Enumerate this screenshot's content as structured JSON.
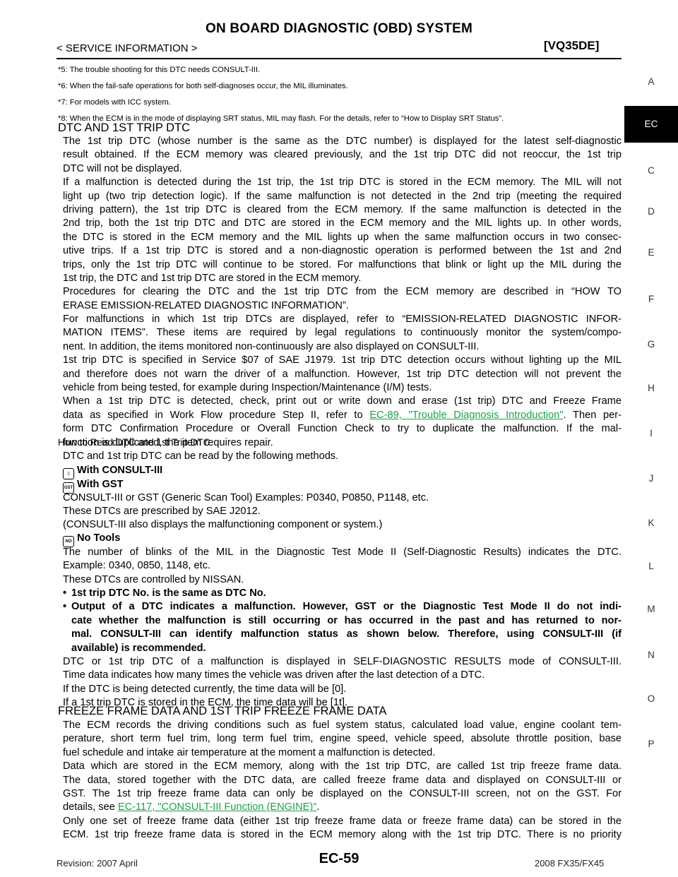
{
  "header": {
    "title": "ON BOARD DIAGNOSTIC (OBD) SYSTEM",
    "breadcrumb": "< SERVICE INFORMATION >",
    "model": "[VQ35DE]"
  },
  "footnotes": [
    "*5: The trouble shooting for this DTC needs CONSULT-III.",
    "*6: When the fail-safe operations for both self-diagnoses occur, the MIL illuminates.",
    "*7: For models with ICC system.",
    "*8: When the ECM is in the mode of displaying SRT status, MIL may flash. For the details, refer to “How to Display SRT Status”."
  ],
  "section1": {
    "heading": "DTC AND 1ST TRIP DTC",
    "lines": [
      "The 1st trip DTC (whose number is the same as the DTC number) is displayed for the latest self-diagnostic",
      "result obtained. If the ECM memory was cleared previously, and the 1st trip DTC did not reoccur, the 1st trip",
      "DTC will not be displayed.",
      "If a malfunction is detected during the 1st trip, the 1st trip DTC is stored in the ECM memory. The MIL will not",
      "light up (two trip detection logic). If the same malfunction is not detected in the 2nd trip (meeting the required",
      "driving pattern), the 1st trip DTC is cleared from the ECM memory. If the same malfunction is detected in the",
      "2nd trip, both the 1st trip DTC and DTC are stored in the ECM memory and the MIL lights up. In other words,",
      "the DTC is stored in the ECM memory and the MIL lights up when the same malfunction occurs in two consec-",
      "utive trips. If a 1st trip DTC is stored and a non-diagnostic operation is performed between the 1st and 2nd",
      "trips, only the 1st trip DTC will continue to be stored. For malfunctions that blink or light up the MIL during the",
      "1st trip, the DTC and 1st trip DTC are stored in the ECM memory.",
      "Procedures for clearing the DTC and the 1st trip DTC from the ECM memory are described in “HOW TO",
      "ERASE EMISSION-RELATED DIAGNOSTIC INFORMATION”.",
      "For malfunctions in which 1st trip DTCs are displayed, refer to “EMISSION-RELATED DIAGNOSTIC INFOR-",
      "MATION ITEMS”. These items are required by legal regulations to continuously monitor the system/compo-",
      "nent. In addition, the items monitored non-continuously are also displayed on CONSULT-III.",
      "1st trip DTC is specified in Service $07 of SAE J1979. 1st trip DTC detection occurs without lighting up the MIL",
      "and therefore does not warn the driver of a malfunction. However, 1st trip DTC detection will not prevent the",
      "vehicle from being tested, for example during Inspection/Maintenance (I/M) tests.",
      "When a 1st trip DTC is detected, check, print out or write down and erase (1st trip) DTC and Freeze Frame"
    ],
    "link_line_pre": "data as specified in Work Flow procedure Step II, refer to ",
    "link_text": "EC-89, \"Trouble Diagnosis Introduction\"",
    "link_line_post": ". Then per-",
    "tail_lines": [
      "form DTC Confirmation Procedure or Overall Function Check to try to duplicate the malfunction. If the mal-",
      "function is duplicated, the item requires repair."
    ]
  },
  "subsection": {
    "heading": "How to Read DTC and 1st Trip DTC",
    "intro": "DTC and 1st trip DTC can be read by the following methods.",
    "tool1_icon": "consult-iii-icon",
    "tool1_label": "With CONSULT-III",
    "tool2_icon": "gst-icon",
    "tool2_label": "With GST",
    "gst_lines": [
      "CONSULT-III or GST (Generic Scan Tool) Examples: P0340, P0850, P1148, etc.",
      "These DTCs are prescribed by SAE J2012.",
      "(CONSULT-III also displays the malfunctioning component or system.)"
    ],
    "tool3_icon": "no-tools-icon",
    "tool3_label": "No Tools",
    "notools_lines": [
      "The number of blinks of the MIL in the Diagnostic Test Mode II (Self-Diagnostic Results) indicates the DTC.",
      "Example: 0340, 0850, 1148, etc.",
      "These DTCs are controlled by NISSAN."
    ],
    "bullet1": "1st trip DTC No. is the same as DTC No.",
    "bullet2_lines": [
      "Output of a DTC indicates a malfunction. However, GST or the Diagnostic Test Mode II do not indi-",
      "cate whether the malfunction is still occurring or has occurred in the past and has returned to nor-",
      "mal. CONSULT-III can identify malfunction status as shown below. Therefore, using CONSULT-III (if",
      "available) is recommended."
    ],
    "after_lines": [
      "DTC or 1st trip DTC of a malfunction is displayed in SELF-DIAGNOSTIC RESULTS mode of CONSULT-III.",
      "Time data indicates how many times the vehicle was driven after the last detection of a DTC.",
      "If the DTC is being detected currently, the time data will be [0].",
      "If a 1st trip DTC is stored in the ECM, the time data will be [1t]."
    ]
  },
  "section2": {
    "heading": "FREEZE FRAME DATA AND 1ST TRIP FREEZE FRAME DATA",
    "lines": [
      "The ECM records the driving conditions such as fuel system status, calculated load value, engine coolant tem-",
      "perature, short term fuel trim, long term fuel trim, engine speed, vehicle speed, absolute throttle position, base",
      "fuel schedule and intake air temperature at the moment a malfunction is detected.",
      "Data which are stored in the ECM memory, along with the 1st trip DTC, are called 1st trip freeze frame data.",
      "The data, stored together with the DTC data, are called freeze frame data and displayed on CONSULT-III or",
      "GST. The 1st trip freeze frame data can only be displayed on the CONSULT-III screen, not on the GST. For"
    ],
    "link_line_pre": "details, see ",
    "link_text": "EC-117, \"CONSULT-III Function (ENGINE)\"",
    "link_line_post": ".",
    "tail_lines": [
      "Only one set of freeze frame data (either 1st trip freeze frame data or freeze frame data) can be stored in the",
      "ECM. 1st trip freeze frame data is stored in the ECM memory along with the 1st trip DTC. There is no priority"
    ]
  },
  "tabs": {
    "letters": [
      "A",
      "EC",
      "C",
      "D",
      "E",
      "F",
      "G",
      "H",
      "I",
      "J",
      "K",
      "L",
      "M",
      "N",
      "O",
      "P"
    ],
    "active": "EC"
  },
  "footer": {
    "revision": "Revision: 2007 April",
    "page": "EC-59",
    "model": "2008 FX35/FX45"
  },
  "colors": {
    "link": "#1aa34a",
    "tab_active_bg": "#000000"
  }
}
